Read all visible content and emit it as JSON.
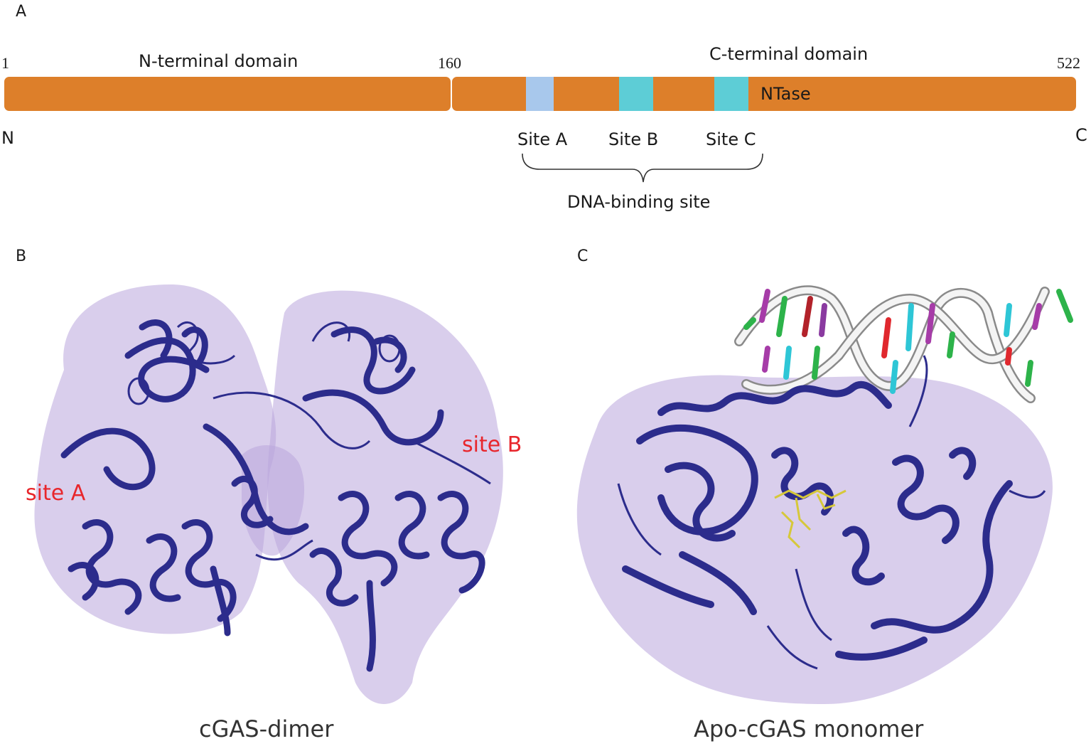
{
  "panels": {
    "a": "A",
    "b": "B",
    "c": "C"
  },
  "domain_map": {
    "start": "1",
    "boundary": "160",
    "end": "522",
    "n_domain": "N-terminal domain",
    "c_domain": "C-terminal domain",
    "ntase": "NTase",
    "n_terminus": "N",
    "c_terminus": "C",
    "site_a": "Site A",
    "site_b": "Site B",
    "site_c": "Site C",
    "dna_binding": "DNA-binding site",
    "colors": {
      "domain": "#dd7f2a",
      "site_a": "#a8c8ec",
      "site_bc": "#5dcdd6"
    }
  },
  "structure_b": {
    "site_a": "site A",
    "site_b": "site B",
    "caption": "cGAS-dimer"
  },
  "structure_c": {
    "caption": "Apo-cGAS monomer"
  },
  "colors": {
    "ribbon": "#2c2c8c",
    "surface": "#b9a6dc",
    "ligand": "#d6c83a",
    "label_red": "#e8262c"
  }
}
